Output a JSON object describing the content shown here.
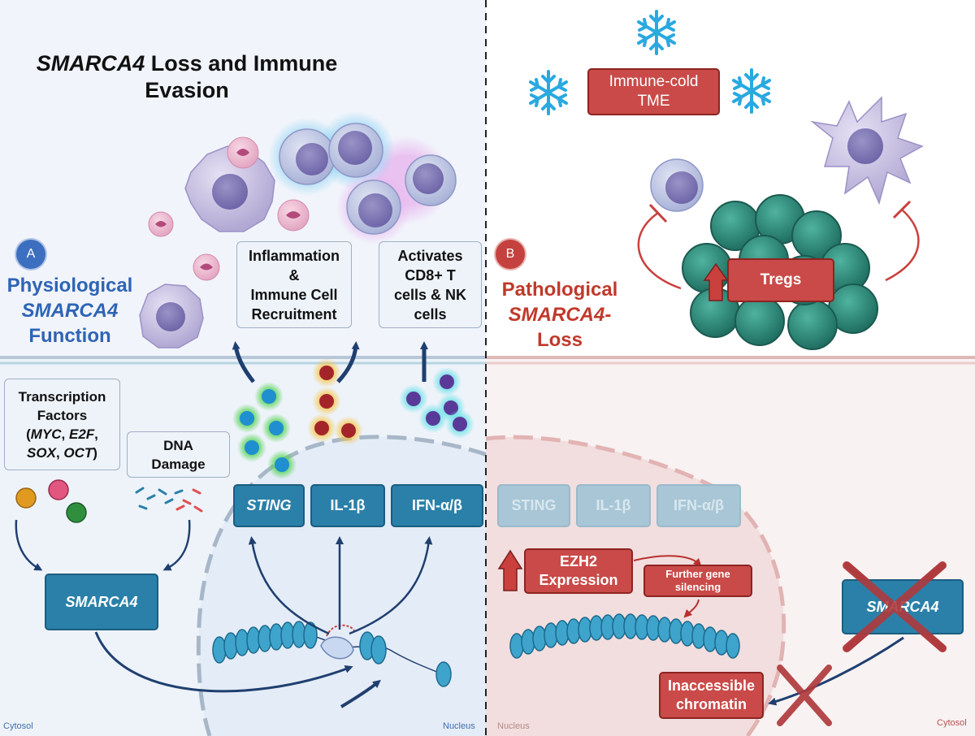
{
  "title": {
    "gene": "SMARCA4",
    "line1_rest": " Loss and Immune",
    "line2": "Evasion"
  },
  "panel_a": {
    "badge": "A",
    "heading_line1": "Physiological",
    "heading_line2": "SMARCA4",
    "heading_line3": "Function",
    "inflammation_box": [
      "Inflammation",
      "&",
      "Immune Cell",
      "Recruitment"
    ],
    "activates_box": [
      "Activates",
      "CD8+ T",
      "cells & NK",
      "cells"
    ],
    "transcription_box": {
      "line1": "Transcription",
      "line2": "Factors",
      "open": "(",
      "tf1": "MYC",
      "sep1": ", ",
      "tf2": "E2F",
      "sep2": ",",
      "tf3": "SOX",
      "sep3": ", ",
      "tf4": "OCT",
      "close": ")"
    },
    "dna_damage_box": [
      "DNA",
      "Damage"
    ],
    "smarca4_box": "SMARCA4",
    "sting_box": "STING",
    "il1b_box": "IL-1β",
    "ifn_box": "IFN-α/β",
    "cytosol_label": "Cytosol",
    "nucleus_label": "Nucleus"
  },
  "panel_b": {
    "badge": "B",
    "heading_line1": "Pathological",
    "heading_line2": "SMARCA4-",
    "heading_line3": "Loss",
    "immune_cold_box": [
      "Immune-cold",
      "TME"
    ],
    "tregs_box": "Tregs",
    "sting_faded": "STING",
    "il1b_faded": "IL-1β",
    "ifn_faded": "IFN-α/β",
    "ezh2_box": [
      "EZH2",
      "Expression"
    ],
    "further_silencing_box": [
      "Further gene",
      "silencing"
    ],
    "smarca4_box": "SMARCA4",
    "inaccessible_box": [
      "Inaccessible",
      "chromatin"
    ],
    "nucleus_label": "Nucleus",
    "cytosol_label": "Cytosol"
  },
  "colors": {
    "physiological": "#2e64b5",
    "pathological": "#c0392b",
    "blue_box": "#2a80a8",
    "red_box": "#c94a48",
    "snowflake": "#29a9e0",
    "treg": "#2f8f7d"
  },
  "icons": {
    "snowflakes": [
      "snowflake-icon",
      "snowflake-icon",
      "snowflake-icon"
    ],
    "cross": "red-x-icon",
    "arrow_up": "up-arrow-icon"
  }
}
